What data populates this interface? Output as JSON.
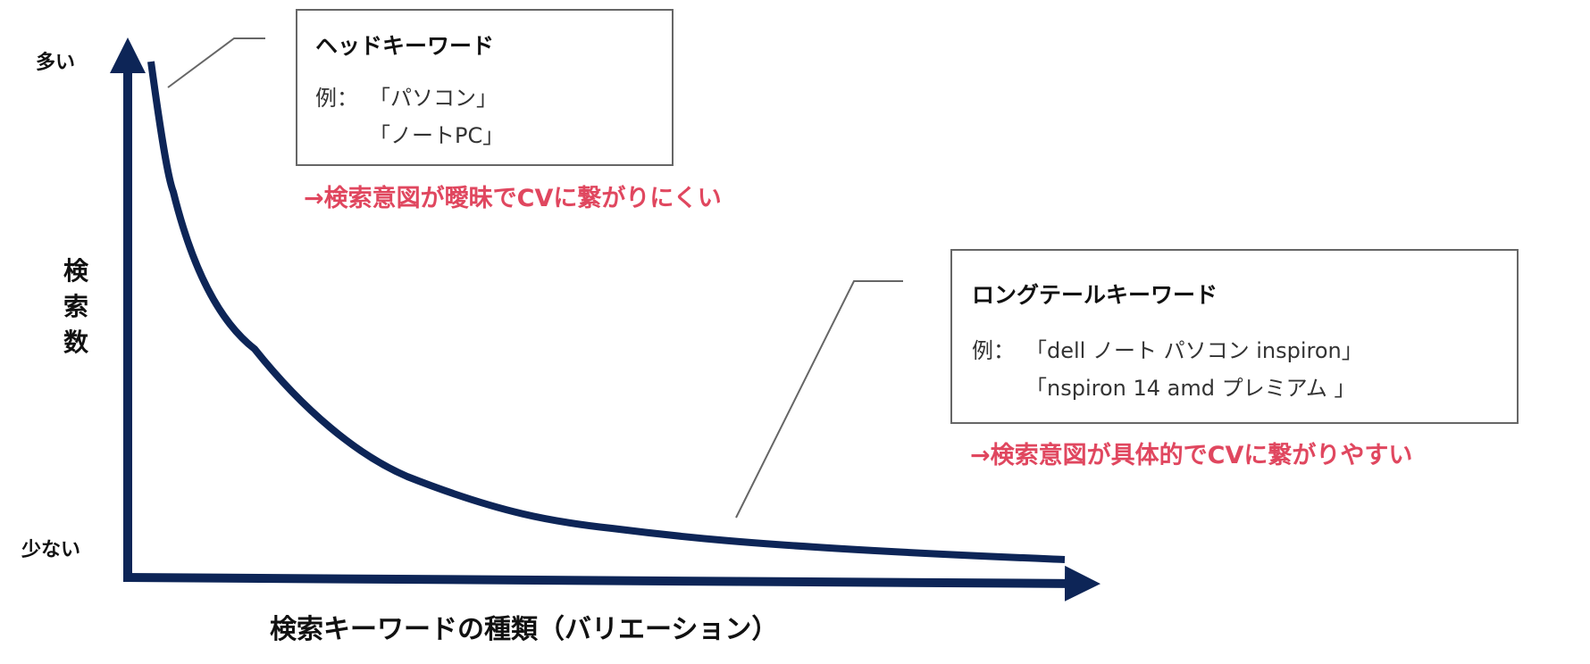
{
  "colors": {
    "axis": "#0d2557",
    "accent": "#e0475f",
    "box_border": "#666666"
  },
  "axes": {
    "y_label": "検索数",
    "y_high": "多い",
    "y_low": "少ない",
    "x_label": "検索キーワードの種類（バリエーション）"
  },
  "head": {
    "title": "ヘッドキーワード",
    "example_prefix": "例：",
    "examples": [
      "「パソコン」",
      "「ノートPC」"
    ],
    "note": "→検索意図が曖昧でCVに繋がりにくい"
  },
  "longtail": {
    "title": "ロングテールキーワード",
    "example_prefix": "例：",
    "examples": [
      "「dell ノート パソコン inspiron」",
      "「nspiron 14 amd プレミアム 」"
    ],
    "note": "→検索意図が具体的でCVに繋がりやすい"
  }
}
